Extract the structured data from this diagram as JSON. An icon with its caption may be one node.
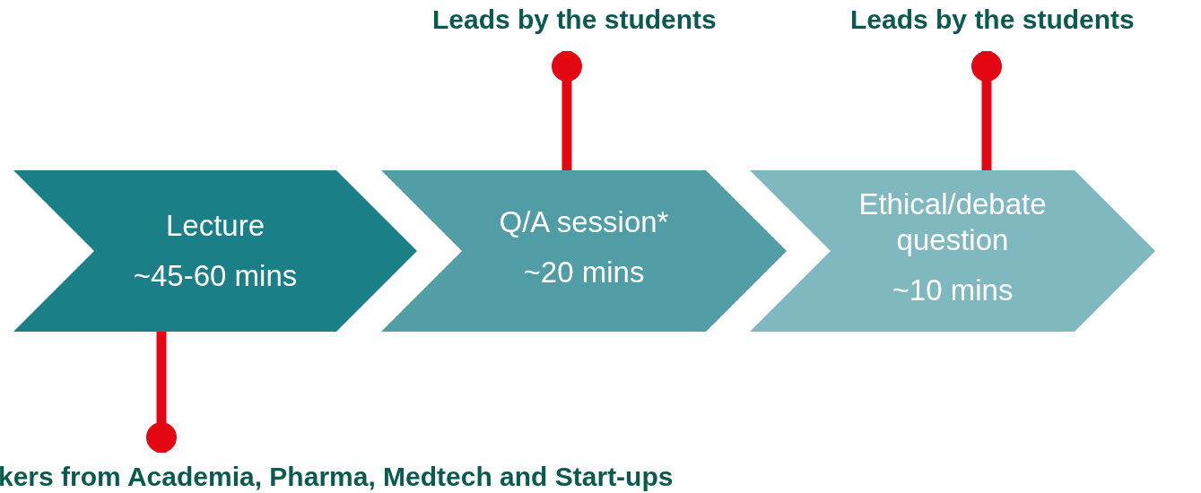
{
  "diagram": {
    "nodes": [
      {
        "text": [
          "Lecture",
          "~45-60 mins"
        ]
      },
      {
        "text": [
          "Q/A session*",
          "~20 mins"
        ]
      },
      {
        "text": [
          "Ethical/debate question",
          "~10 mins"
        ]
      },
      {
        "text": [
          "Leads by the students"
        ]
      },
      {
        "text": [
          "Leads by the students"
        ]
      },
      {
        "text": [
          "kers from Academia, Pharma, Medtech and Start-ups"
        ]
      }
    ],
    "edges": [
      {
        "from": 3,
        "to": 1,
        "arrow": "other"
      },
      {
        "from": 4,
        "to": 2,
        "arrow": "other"
      },
      {
        "from": 5,
        "to": 0,
        "arrow": "other"
      }
    ]
  }
}
